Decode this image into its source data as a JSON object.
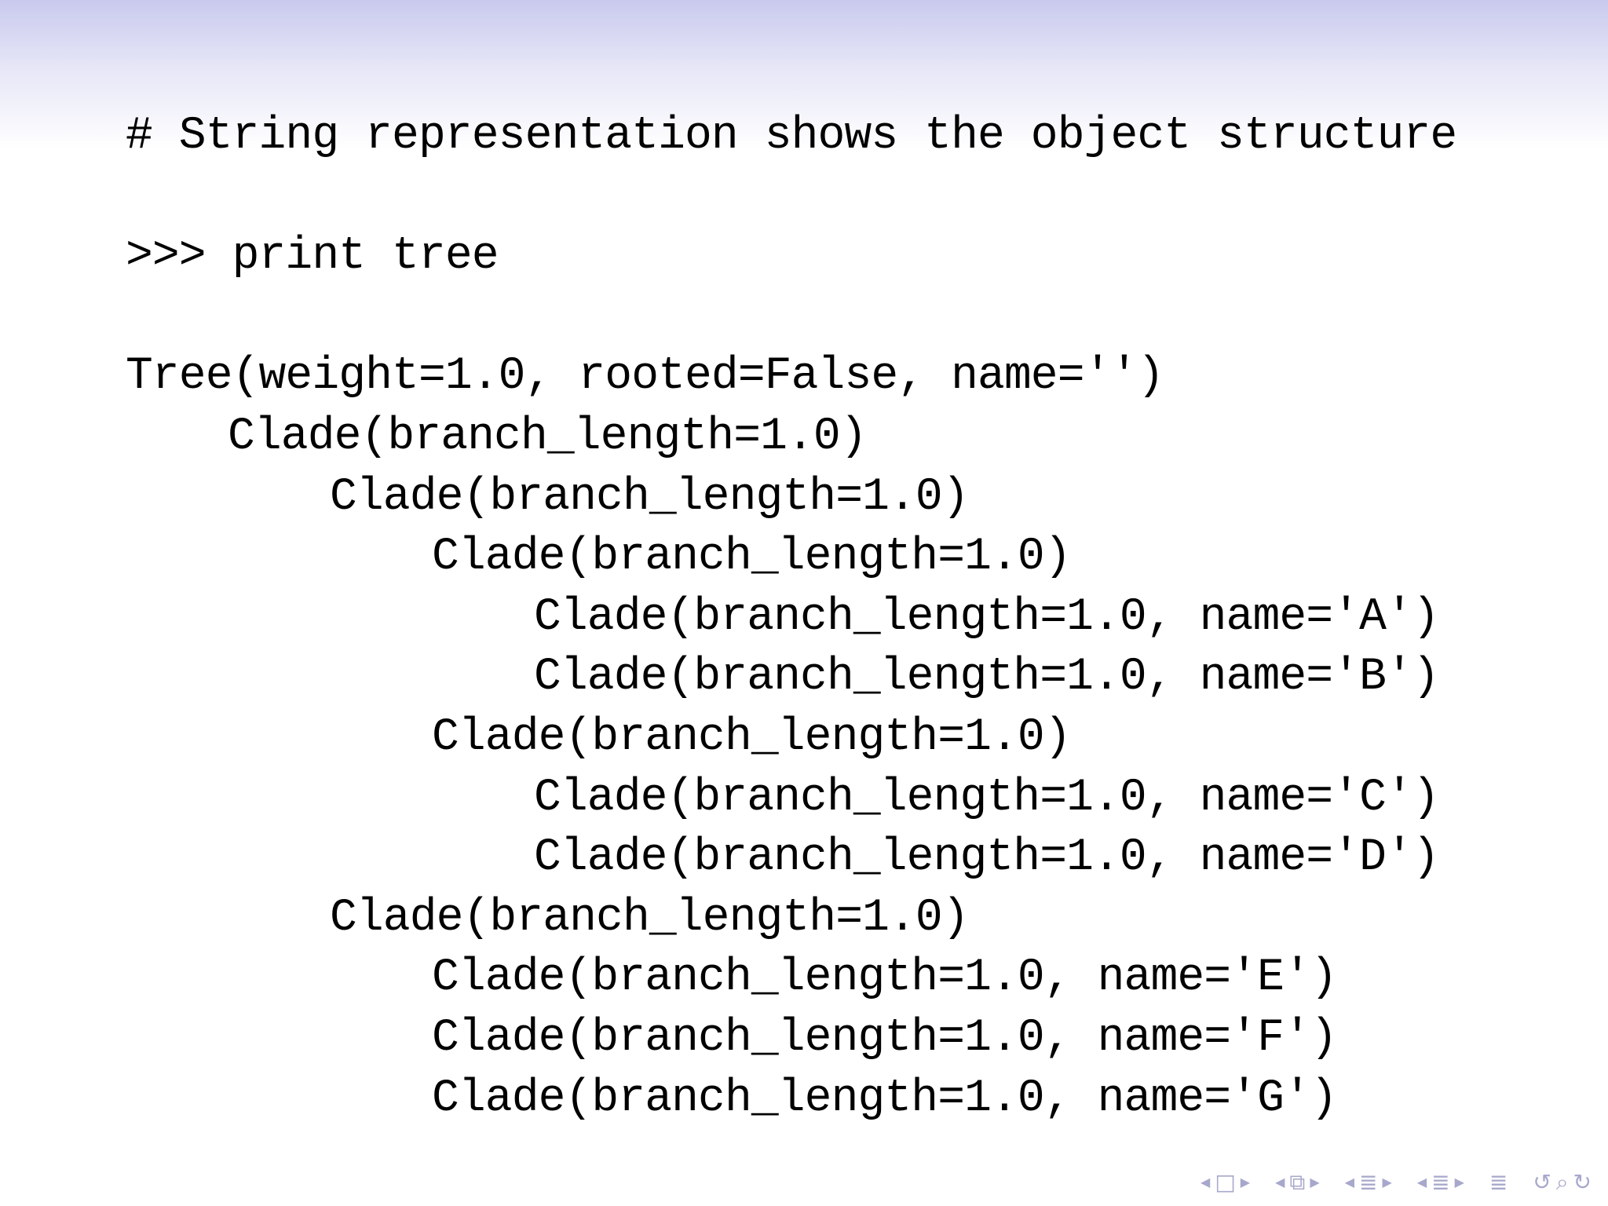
{
  "slide": {
    "lines": [
      {
        "indent": 0,
        "text": "# String representation shows the object structure"
      },
      {
        "gap": true
      },
      {
        "indent": 0,
        "text": ">>> print tree"
      },
      {
        "gap": true
      },
      {
        "indent": 0,
        "text": "Tree(weight=1.0, rooted=False, name='')"
      },
      {
        "indent": 1,
        "text": "Clade(branch_length=1.0)"
      },
      {
        "indent": 2,
        "text": "Clade(branch_length=1.0)"
      },
      {
        "indent": 3,
        "text": "Clade(branch_length=1.0)"
      },
      {
        "indent": 4,
        "text": "Clade(branch_length=1.0, name='A')"
      },
      {
        "indent": 4,
        "text": "Clade(branch_length=1.0, name='B')"
      },
      {
        "indent": 3,
        "text": "Clade(branch_length=1.0)"
      },
      {
        "indent": 4,
        "text": "Clade(branch_length=1.0, name='C')"
      },
      {
        "indent": 4,
        "text": "Clade(branch_length=1.0, name='D')"
      },
      {
        "indent": 2,
        "text": "Clade(branch_length=1.0)"
      },
      {
        "indent": 3,
        "text": "Clade(branch_length=1.0, name='E')"
      },
      {
        "indent": 3,
        "text": "Clade(branch_length=1.0, name='F')"
      },
      {
        "indent": 3,
        "text": "Clade(branch_length=1.0, name='G')"
      }
    ]
  },
  "navigation": {
    "icons": [
      "prev-arrow",
      "frame-icon",
      "next-arrow",
      "prev-arrow",
      "subsection-icon",
      "next-arrow",
      "prev-arrow",
      "section-icon",
      "next-arrow",
      "prev-arrow",
      "section-icon",
      "next-arrow",
      "outline-icon",
      "back-icon",
      "search-icon",
      "forward-icon"
    ]
  }
}
